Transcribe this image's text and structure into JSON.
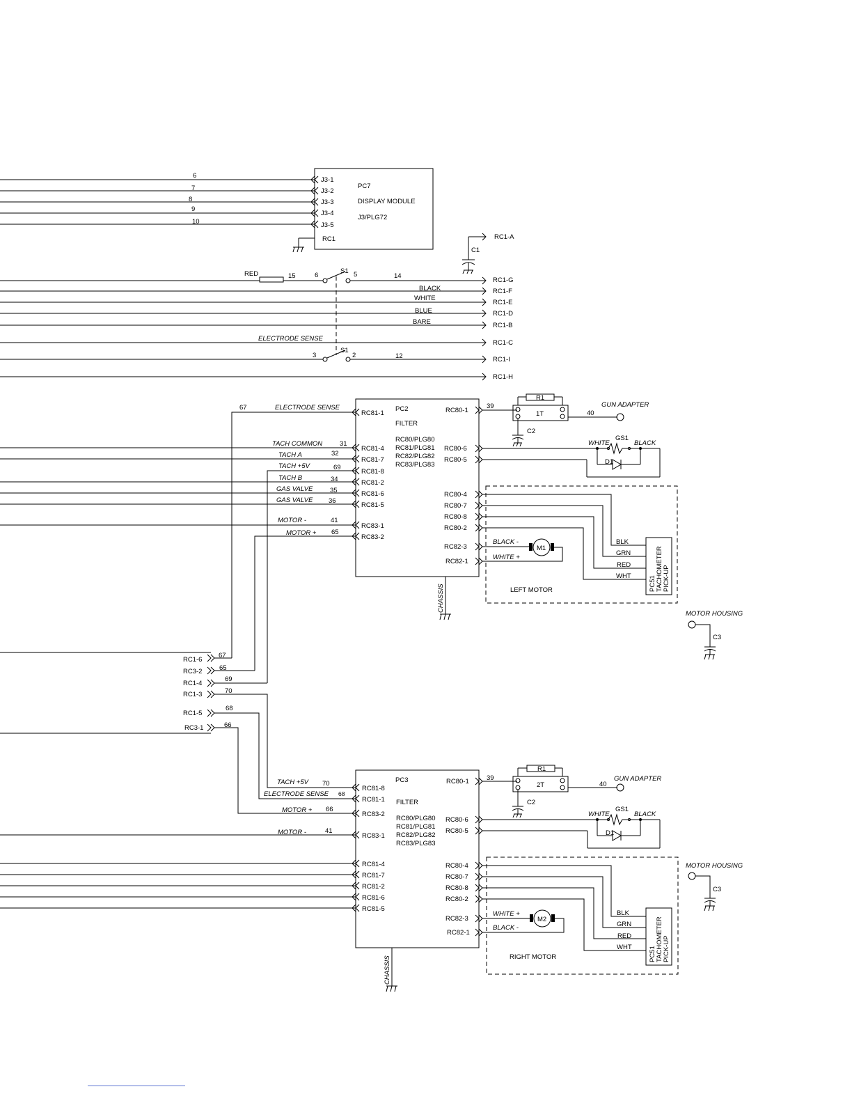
{
  "pc7": {
    "name": "PC7",
    "title": "DISPLAY MODULE",
    "conn": "J3/PLG72",
    "gnd_label": "RC1",
    "pins": [
      {
        "wire": "6",
        "pin": "J3-1"
      },
      {
        "wire": "7",
        "pin": "J3-2"
      },
      {
        "wire": "8",
        "pin": "J3-3"
      },
      {
        "wire": "9",
        "pin": "J3-4"
      },
      {
        "wire": "10",
        "pin": "J3-5"
      }
    ]
  },
  "rc1": {
    "cap": "C1",
    "a_label": "RC1-A",
    "resistor_color": "RED",
    "resistor_wire": "15",
    "switch_name": "S1",
    "sw1_left": "6",
    "sw1_right": "5",
    "sw1_out_wire": "14",
    "sw2_left": "3",
    "sw2_right": "2",
    "sw2_out_wire": "12",
    "sense_label": "ELECTRODE  SENSE",
    "lines": [
      {
        "color": "",
        "pin": "RC1-G"
      },
      {
        "color": "BLACK",
        "pin": "RC1-F"
      },
      {
        "color": "WHITE",
        "pin": "RC1-E"
      },
      {
        "color": "BLUE",
        "pin": "RC1-D"
      },
      {
        "color": "BARE",
        "pin": "RC1-B"
      },
      {
        "color": "",
        "pin": "RC1-C"
      },
      {
        "color": "",
        "pin": "RC1-I"
      },
      {
        "color": "",
        "pin": "RC1-H"
      }
    ]
  },
  "pc2": {
    "name": "PC2",
    "title": "FILTER",
    "plugs": [
      "RC80/PLG80",
      "RC81/PLG81",
      "RC82/PLG82",
      "RC83/PLG83"
    ],
    "chassis": "CHASSIS",
    "left_pins": [
      {
        "label": "ELECTRODE  SENSE",
        "wire": "67",
        "pin": "RC81-1"
      },
      {
        "label": "TACH COMMON",
        "wire": "31",
        "pin": "RC81-4"
      },
      {
        "label": "TACH A",
        "wire": "32",
        "pin": "RC81-7"
      },
      {
        "label": "TACH +5V",
        "wire": "69",
        "pin": "RC81-8"
      },
      {
        "label": "TACH B",
        "wire": "34",
        "pin": "RC81-2"
      },
      {
        "label": "GAS VALVE",
        "wire": "35",
        "pin": "RC81-6"
      },
      {
        "label": "GAS VALVE",
        "wire": "36",
        "pin": "RC81-5"
      },
      {
        "label": "MOTOR -",
        "wire": "41",
        "pin": "RC83-1"
      },
      {
        "label": "MOTOR +",
        "wire": "65",
        "pin": "RC83-2"
      }
    ],
    "right_pins": [
      "RC80-1",
      "RC80-6",
      "RC80-5",
      "RC80-4",
      "RC80-7",
      "RC80-8",
      "RC80-2",
      "RC82-3",
      "RC82-1"
    ],
    "wire_39": "39",
    "wire_40": "40",
    "r1": "R1",
    "t": "1T",
    "c2": "C2",
    "gun": "GUN ADAPTER",
    "gs1": "GS1",
    "gs_white": "WHITE",
    "gs_black": "BLACK",
    "d1": "D1",
    "motor": "M1",
    "motor_a": "BLACK -",
    "motor_b": "WHITE +",
    "tach_wires": [
      "BLK",
      "GRN",
      "RED",
      "WHT"
    ],
    "tach_box": [
      "PC51",
      "TACHOMETER",
      "PICK-UP"
    ],
    "motor_label": "LEFT MOTOR"
  },
  "housing_top": {
    "label": "MOTOR HOUSING",
    "cap": "C3"
  },
  "rc_mid": [
    {
      "pin": "RC1-6",
      "wire": "67"
    },
    {
      "pin": "RC3-2",
      "wire": "65"
    },
    {
      "pin": "RC1-4",
      "wire": "69"
    },
    {
      "pin": "RC1-3",
      "wire": "70"
    },
    {
      "pin": "RC1-5",
      "wire": "68"
    },
    {
      "pin": "RC3-1",
      "wire": "66"
    }
  ],
  "pc3": {
    "name": "PC3",
    "title": "FILTER",
    "plugs": [
      "RC80/PLG80",
      "RC81/PLG81",
      "RC82/PLG82",
      "RC83/PLG83"
    ],
    "chassis": "CHASSIS",
    "left_pins": [
      {
        "label": "TACH +5V",
        "wire": "70",
        "pin": "RC81-8"
      },
      {
        "label": "ELECTRODE  SENSE",
        "wire": "68",
        "pin": "RC81-1"
      },
      {
        "label": "MOTOR +",
        "wire": "66",
        "pin": "RC83-2"
      },
      {
        "label": "MOTOR -",
        "wire": "41",
        "pin": "RC83-1"
      },
      {
        "label": "",
        "wire": "",
        "pin": "RC81-4"
      },
      {
        "label": "",
        "wire": "",
        "pin": "RC81-7"
      },
      {
        "label": "",
        "wire": "",
        "pin": "RC81-2"
      },
      {
        "label": "",
        "wire": "",
        "pin": "RC81-6"
      },
      {
        "label": "",
        "wire": "",
        "pin": "RC81-5"
      }
    ],
    "right_pins": [
      "RC80-1",
      "RC80-6",
      "RC80-5",
      "RC80-4",
      "RC80-7",
      "RC80-8",
      "RC80-2",
      "RC82-3",
      "RC82-1"
    ],
    "wire_39": "39",
    "wire_40": "40",
    "r1": "R1",
    "t": "2T",
    "c2": "C2",
    "gun": "GUN ADAPTER",
    "gs1": "GS1",
    "gs_white": "WHITE",
    "gs_black": "BLACK",
    "d1": "D1",
    "motor": "M2",
    "motor_a": "WHITE +",
    "motor_b": "BLACK -",
    "tach_wires": [
      "BLK",
      "GRN",
      "RED",
      "WHT"
    ],
    "tach_box": [
      "PC51",
      "TACHOMETER",
      "PICK-UP"
    ],
    "motor_label": "RIGHT MOTOR"
  },
  "housing_bottom": {
    "label": "MOTOR HOUSING",
    "cap": "C3"
  }
}
